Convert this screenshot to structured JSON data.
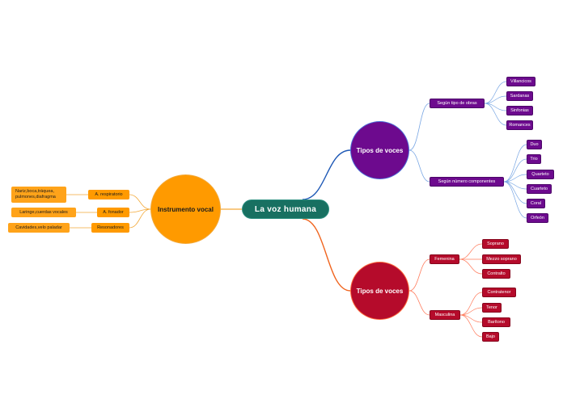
{
  "colors": {
    "root": "#187061",
    "orange": "#ff9a00",
    "purple": "#6d0a8e",
    "red": "#b50b2b",
    "link_blue": "#1c57b5",
    "link_orange": "#f0641e",
    "link_light_orange": "#f3a939",
    "link_light_blue": "#7aa7e4",
    "link_light_red": "#ff7b5c"
  },
  "root": {
    "label": "La voz humana"
  },
  "instrumento": {
    "label": "Instrumento vocal",
    "items": [
      {
        "label": "A. respiratorio",
        "leaf": "Nariz,boca,tráquea,\npulmones,diafragma"
      },
      {
        "label": "A. fonador",
        "leaf": "Laringe,cuerdas vocales"
      },
      {
        "label": "Resonadores",
        "leaf": "Cavidades,velo paladar"
      }
    ]
  },
  "tipos1": {
    "label": "Tipos de voces",
    "groups": [
      {
        "label": "Según tipo de obras",
        "leaves": [
          "Villancicos",
          "Sardanas",
          "Sinfonias",
          "Romances"
        ]
      },
      {
        "label": "Según número componentes",
        "leaves": [
          "Duo",
          "Trio",
          "Quarteto",
          "Cuarteto",
          "Coral",
          "Orfeón"
        ]
      }
    ]
  },
  "tipos2": {
    "label": "Tipos de voces",
    "groups": [
      {
        "label": "Femenina",
        "leaves": [
          "Soprano",
          "Mezzo soprano",
          "Contralto"
        ]
      },
      {
        "label": "Masculina",
        "leaves": [
          "Contratenor",
          "Tenor",
          "Barítono",
          "Bajo"
        ]
      }
    ]
  }
}
